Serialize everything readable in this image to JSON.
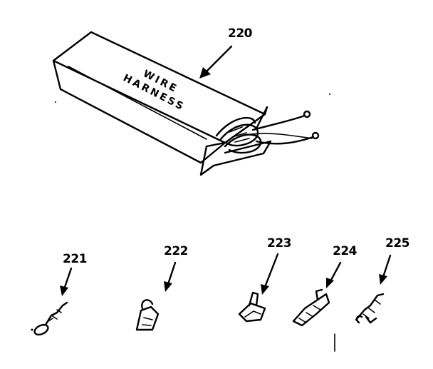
{
  "harness": {
    "box_line1": "WIRE",
    "box_line2": "HARNESS"
  },
  "callouts": {
    "c220": "220",
    "c221": "221",
    "c222": "222",
    "c223": "223",
    "c224": "224",
    "c225": "225"
  }
}
